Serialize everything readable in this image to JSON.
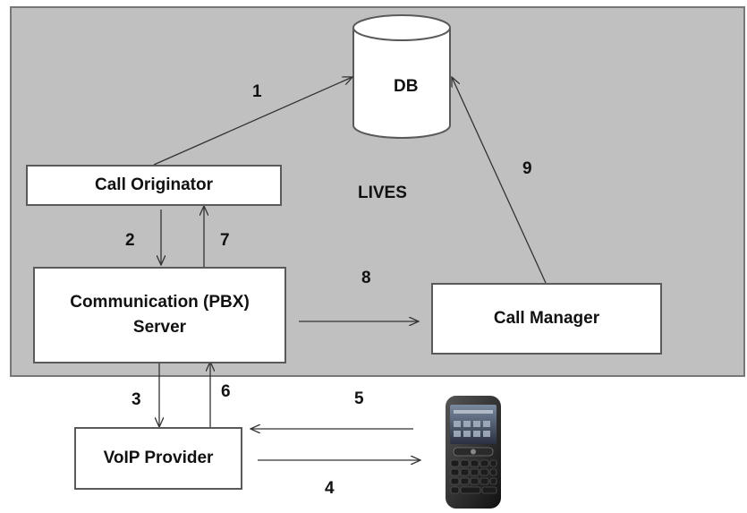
{
  "region": {
    "label": "LIVES",
    "color": "#c0c0c0"
  },
  "nodes": {
    "db": "DB",
    "call_originator": "Call Originator",
    "comm_server_line1": "Communication (PBX)",
    "comm_server_line2": "Server",
    "call_manager": "Call Manager",
    "voip_provider": "VoIP Provider"
  },
  "steps": [
    "1",
    "2",
    "3",
    "4",
    "5",
    "6",
    "7",
    "8",
    "9"
  ],
  "icons": {
    "device": "smartphone-icon"
  }
}
